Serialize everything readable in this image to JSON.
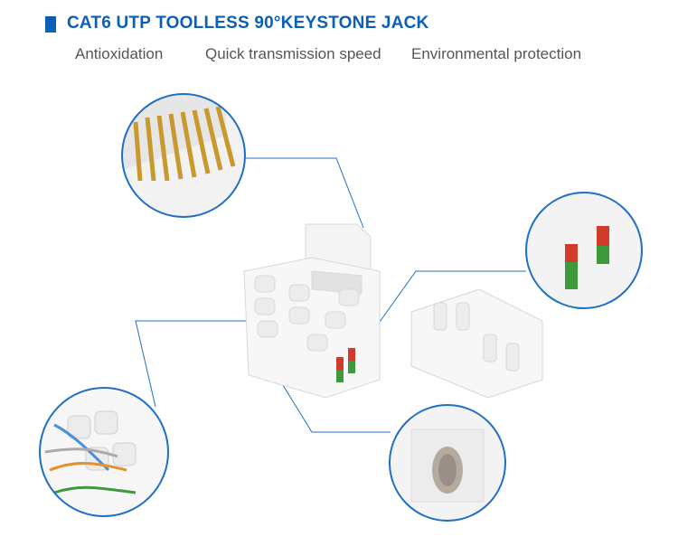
{
  "header": {
    "title": "CAT6 UTP TOOLLESS 90°KEYSTONE JACK"
  },
  "features": [
    "Antioxidation",
    "Quick transmission speed",
    "Environmental protection"
  ],
  "colors": {
    "accent": "#0b5fb4",
    "text": "#555555",
    "circle_outline": "#1f6fc4"
  }
}
